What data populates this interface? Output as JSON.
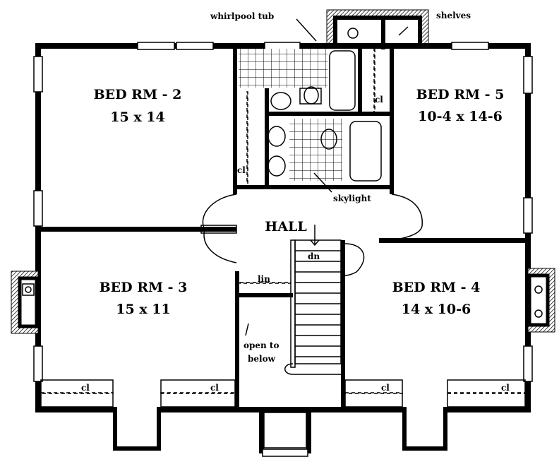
{
  "rooms": {
    "bed2": {
      "name": "BED RM - 2",
      "size": "15  x  14"
    },
    "bed3": {
      "name": "BED RM - 3",
      "size": "15  x  11"
    },
    "bed4": {
      "name": "BED RM - 4",
      "size": "14  x 10-6"
    },
    "bed5": {
      "name": "BED RM - 5",
      "size": "10-4 x 14-6"
    },
    "hall": "HALL"
  },
  "labels": {
    "whirlpool_tub": "whirlpool tub",
    "shelves": "shelves",
    "skylight": "skylight",
    "dn": "dn",
    "lin": "lin",
    "open_to_below_1": "open to",
    "open_to_below_2": "below",
    "closet": "cl"
  }
}
